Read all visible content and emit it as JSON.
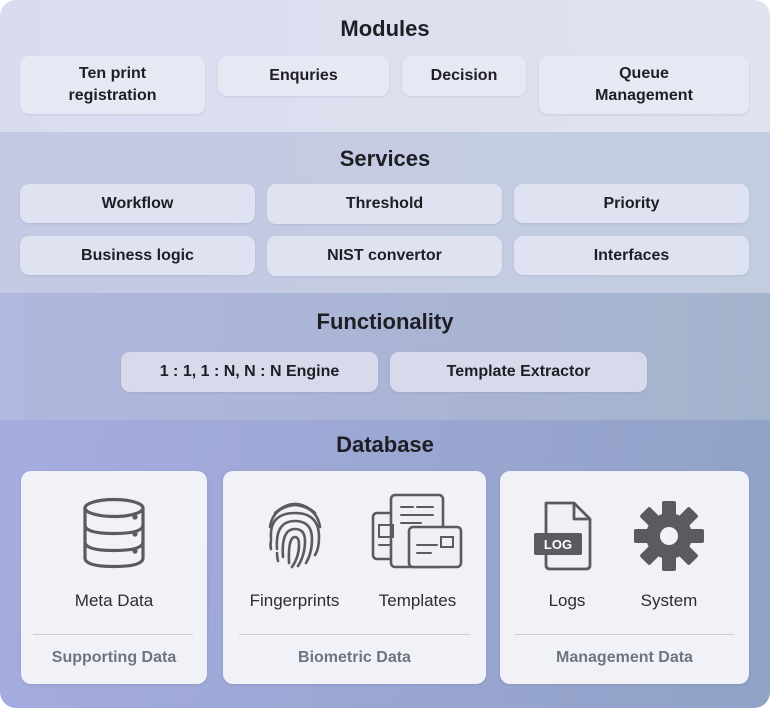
{
  "modules": {
    "title": "Modules",
    "items": [
      "Ten print\nregistration",
      "Enquries",
      "Decision",
      "Queue\nManagement"
    ]
  },
  "services": {
    "title": "Services",
    "items": [
      "Workflow",
      "Threshold",
      "Priority",
      "Business logic",
      "NIST convertor",
      "Interfaces"
    ]
  },
  "functionality": {
    "title": "Functionality",
    "items": [
      "1 : 1, 1 : N, N : N Engine",
      "Template Extractor"
    ]
  },
  "database": {
    "title": "Database",
    "cards": [
      {
        "title": "Supporting Data",
        "items": [
          {
            "label": "Meta Data",
            "icon": "database-icon"
          }
        ]
      },
      {
        "title": "Biometric Data",
        "items": [
          {
            "label": "Fingerprints",
            "icon": "fingerprint-icon"
          },
          {
            "label": "Templates",
            "icon": "templates-icon"
          }
        ]
      },
      {
        "title": "Management Data",
        "items": [
          {
            "label": "Logs",
            "icon": "log-file-icon",
            "badge": "LOG"
          },
          {
            "label": "System",
            "icon": "gear-icon"
          }
        ]
      }
    ]
  },
  "colors": {
    "icon": "#5a5a60",
    "card": "#f1f2f8",
    "box": "#e6e8f3"
  }
}
